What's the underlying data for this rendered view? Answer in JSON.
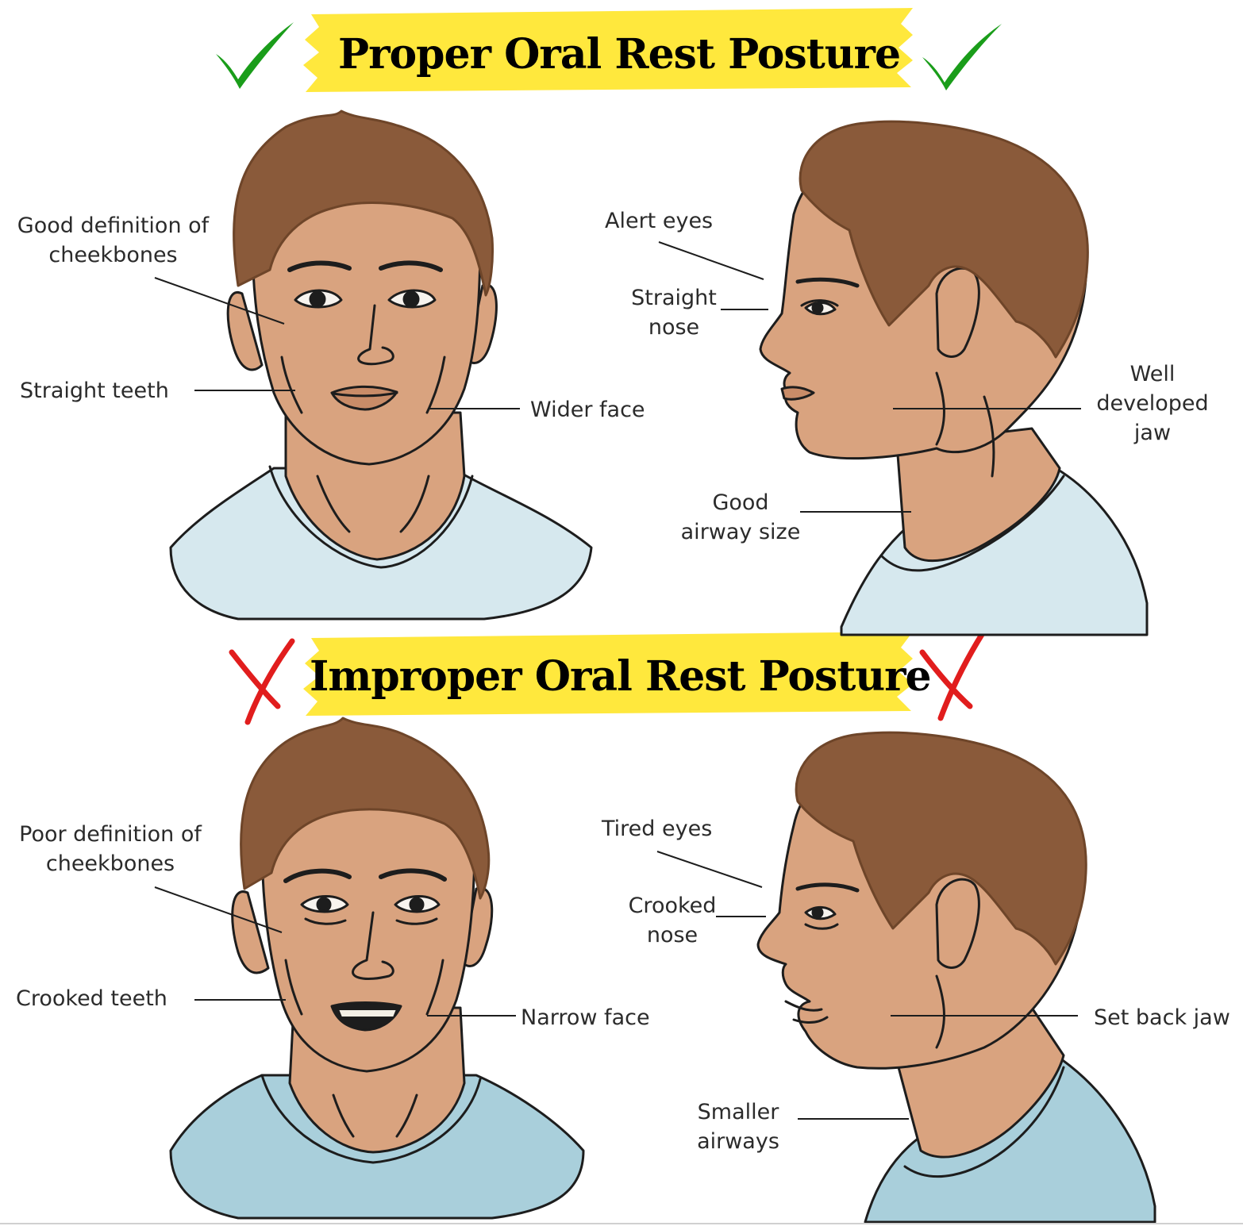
{
  "colors": {
    "banner": "#ffe83d",
    "check": "#1a9d1a",
    "cross": "#e11d1d",
    "skin": "#d9a37f",
    "skin_shadow": "#c98c68",
    "hair": "#8a5a3a",
    "hair_dark": "#6e4529",
    "shirt_good": "#d6e8ee",
    "shirt_bad": "#a9cfdb",
    "ink": "#1d1d1d"
  },
  "icons": {
    "proper_left": "check-mark-icon",
    "proper_right": "check-mark-icon",
    "improper_left": "cross-mark-icon",
    "improper_right": "cross-mark-icon"
  },
  "proper": {
    "title": "Proper Oral Rest Posture",
    "front": {
      "cheekbones": [
        "Good definition of",
        "cheekbones"
      ],
      "teeth": "Straight teeth",
      "face": "Wider face"
    },
    "side": {
      "eyes": "Alert eyes",
      "nose": [
        "Straight",
        "nose"
      ],
      "jaw": [
        "Well",
        "developed",
        "jaw"
      ],
      "airway": [
        "Good",
        "airway size"
      ]
    }
  },
  "improper": {
    "title": "Improper Oral Rest Posture",
    "front": {
      "cheekbones": [
        "Poor definition of",
        "cheekbones"
      ],
      "teeth": "Crooked teeth",
      "face": "Narrow face"
    },
    "side": {
      "eyes": "Tired eyes",
      "nose": [
        "Crooked",
        "nose"
      ],
      "jaw": "Set back jaw",
      "airway": [
        "Smaller",
        "airways"
      ]
    }
  }
}
